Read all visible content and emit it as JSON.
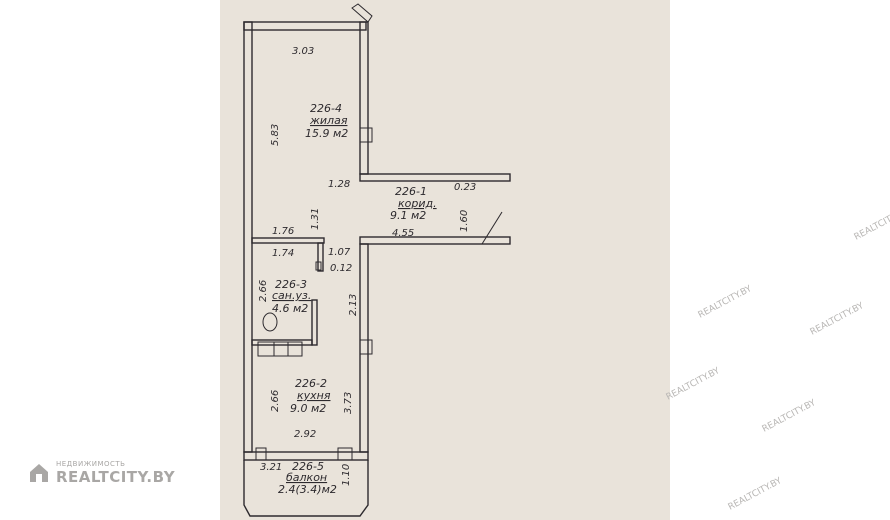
{
  "rooms": [
    {
      "number": "226-4",
      "name": "жилая",
      "area": "15.9 м2"
    },
    {
      "number": "226-1",
      "name": "корид.",
      "area": "9.1  м2"
    },
    {
      "number": "226-3",
      "name": "сан.уз.",
      "area": "4.6  м2"
    },
    {
      "number": "226-2",
      "name": "кухня",
      "area": "9.0  м2"
    },
    {
      "number": "226-5",
      "name": "балкон",
      "area": "2.4(3.4)м2"
    }
  ],
  "dimensions": [
    "3.03",
    "5.83",
    "1.28",
    "0.23",
    "1.31",
    "1.60",
    "1.76",
    "4.55",
    "1.74",
    "1.07",
    "0.12",
    "2.66",
    "2.13",
    "2.66",
    "3.73",
    "2.92",
    "3.21",
    "1.10"
  ],
  "watermark": {
    "brand_small": "НЕДВИЖИМОСТЬ",
    "brand_large": "REALTCITY.BY",
    "repeat_text": "REALTCITY.BY"
  },
  "colors": {
    "paper": "#e9e3da",
    "ink": "#2d2a2e",
    "watermark": "#b8b6b4"
  }
}
